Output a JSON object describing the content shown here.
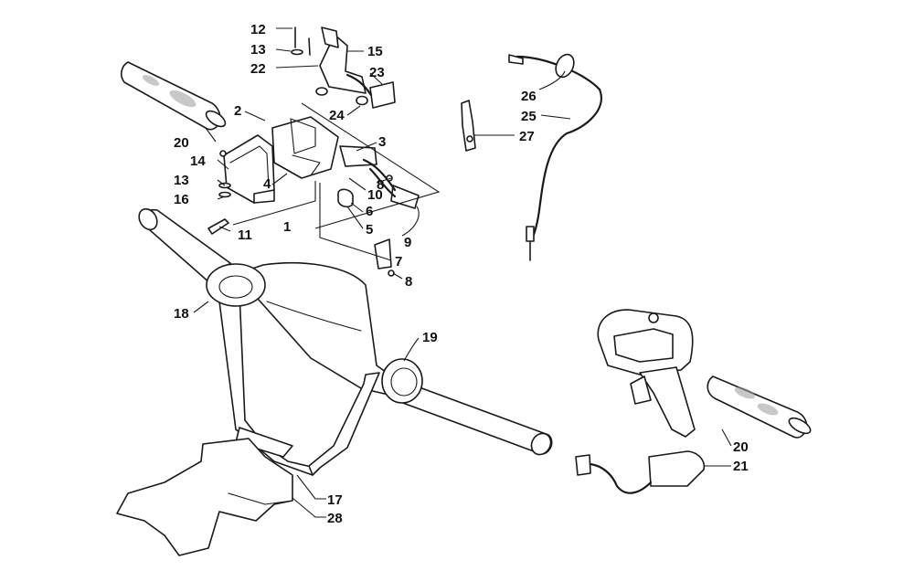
{
  "callouts": [
    {
      "id": "c12a",
      "text": "12"
    },
    {
      "id": "c13a",
      "text": "13"
    },
    {
      "id": "c22",
      "text": "22"
    },
    {
      "id": "c15",
      "text": "15"
    },
    {
      "id": "c23",
      "text": "23"
    },
    {
      "id": "c24",
      "text": "24"
    },
    {
      "id": "c2",
      "text": "2"
    },
    {
      "id": "c20a",
      "text": "20"
    },
    {
      "id": "c14",
      "text": "14"
    },
    {
      "id": "c13b",
      "text": "13"
    },
    {
      "id": "c16",
      "text": "16"
    },
    {
      "id": "c4",
      "text": "4"
    },
    {
      "id": "c1",
      "text": "1"
    },
    {
      "id": "c11",
      "text": "11"
    },
    {
      "id": "c3",
      "text": "3"
    },
    {
      "id": "c10",
      "text": "10"
    },
    {
      "id": "c8a",
      "text": "8"
    },
    {
      "id": "c6",
      "text": "6"
    },
    {
      "id": "c5",
      "text": "5"
    },
    {
      "id": "c9",
      "text": "9"
    },
    {
      "id": "c7",
      "text": "7"
    },
    {
      "id": "c8b",
      "text": "8"
    },
    {
      "id": "c26",
      "text": "26"
    },
    {
      "id": "c25",
      "text": "25"
    },
    {
      "id": "c27",
      "text": "27"
    },
    {
      "id": "c18",
      "text": "18"
    },
    {
      "id": "c19",
      "text": "19"
    },
    {
      "id": "c20b",
      "text": "20"
    },
    {
      "id": "c21",
      "text": "21"
    },
    {
      "id": "c17",
      "text": "17"
    },
    {
      "id": "c28",
      "text": "28"
    }
  ]
}
